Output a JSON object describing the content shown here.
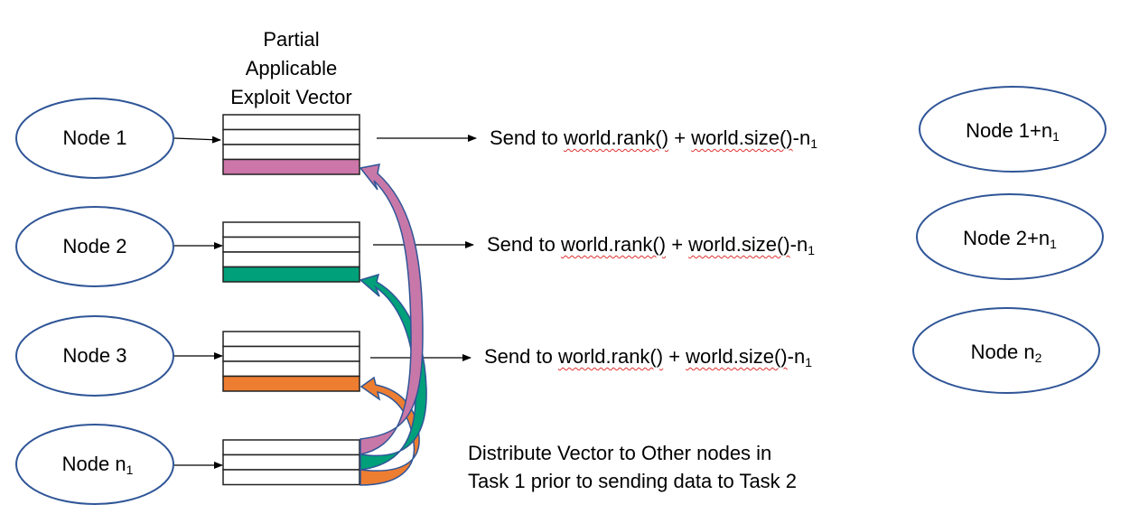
{
  "title": {
    "lines": [
      "Partial",
      "Applicable",
      "Exploit Vector"
    ]
  },
  "left_nodes": [
    {
      "label": "Node 1",
      "sub": ""
    },
    {
      "label": "Node 2",
      "sub": ""
    },
    {
      "label": "Node 3",
      "sub": ""
    },
    {
      "label": "Node n",
      "sub": "1"
    }
  ],
  "right_nodes": [
    {
      "label": "Node 1+n",
      "sub": "1"
    },
    {
      "label": "Node 2+n",
      "sub": "1"
    },
    {
      "label": "Node n",
      "sub": "2"
    }
  ],
  "send_labels": [
    {
      "prefix": "Send to ",
      "rank": "world.rank()",
      "mid": " + ",
      "size": "world.size()",
      "suffix": "-n",
      "sub": "1"
    },
    {
      "prefix": "Send to ",
      "rank": "world.rank()",
      "mid": " + ",
      "size": "world.size()",
      "suffix": "-n",
      "sub": "1"
    },
    {
      "prefix": "Send to ",
      "rank": "world.rank()",
      "mid": " + ",
      "size": "world.size()",
      "suffix": "-n",
      "sub": "1"
    }
  ],
  "vectors": [
    {
      "rows": 4,
      "highlight_row": 4,
      "highlight_color": "#cc76a9"
    },
    {
      "rows": 4,
      "highlight_row": 4,
      "highlight_color": "#00a07a"
    },
    {
      "rows": 4,
      "highlight_row": 4,
      "highlight_color": "#ed7d31"
    },
    {
      "rows": 3,
      "highlight_row": 0,
      "highlight_color": ""
    }
  ],
  "distribution_arrows": [
    {
      "from": "Node n1 vector row 1",
      "to": "Node 1 vector",
      "color": "#c878a8",
      "dark_color": "#9e6592"
    },
    {
      "from": "Node n1 vector row 2",
      "to": "Node 2 vector",
      "color": "#009f78",
      "dark_color": "#007e5e"
    },
    {
      "from": "Node n1 vector row 3",
      "to": "Node 3 vector",
      "color": "#ed7d31",
      "dark_color": "#c36828"
    }
  ],
  "colors": {
    "node_border": "#2f5597",
    "arrow_outline": "#2f5597"
  },
  "note": {
    "lines": [
      "Distribute Vector to Other nodes in",
      "Task 1 prior to sending data to Task 2"
    ]
  }
}
